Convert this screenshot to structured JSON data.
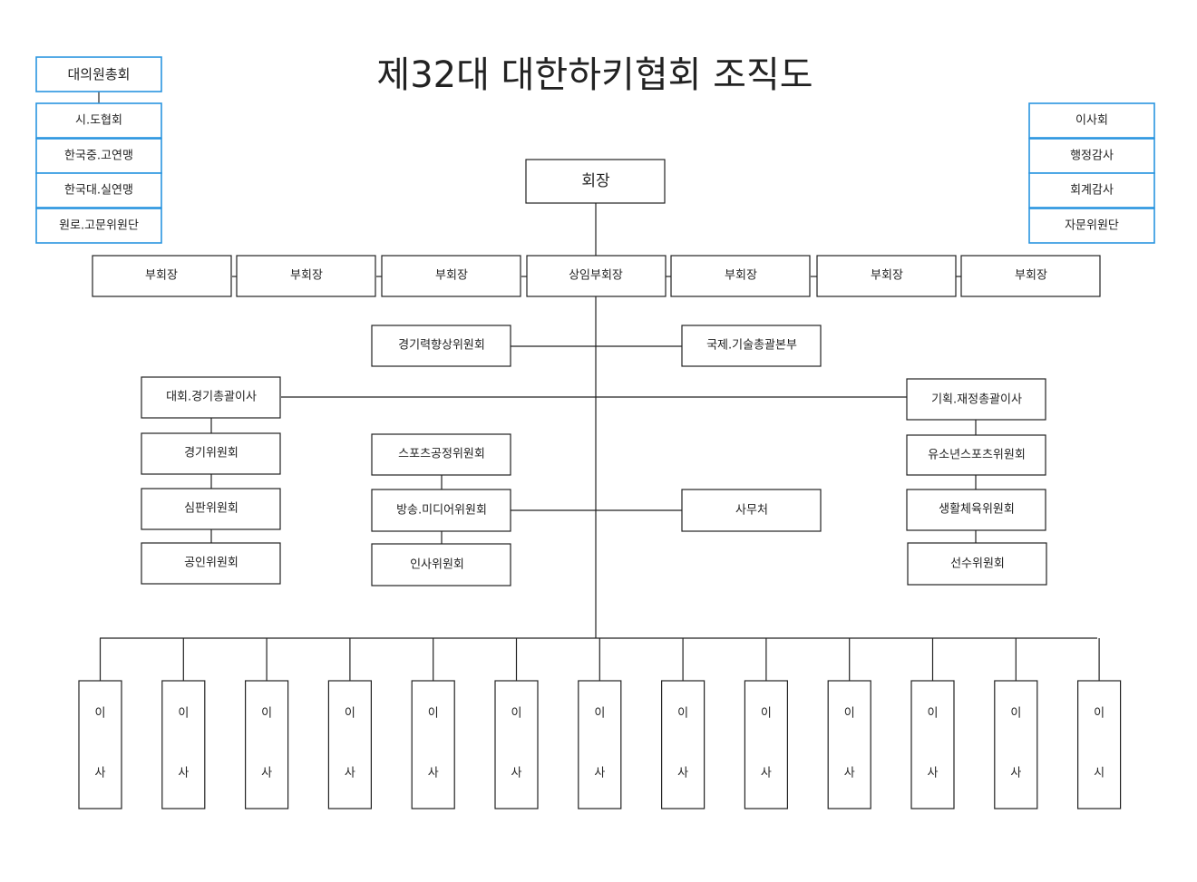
{
  "title": "제32대 대한하키협회 조직도",
  "colors": {
    "line": "#222222",
    "blue_border": "#2a95df"
  },
  "left_panel": {
    "header": "대의원총회",
    "items": [
      "시.도협회",
      "한국중.고연맹",
      "한국대.실연맹",
      "원로.고문위원단"
    ]
  },
  "right_panel": {
    "items": [
      "이사회",
      "행정감사",
      "회계감사",
      "자문위원단"
    ]
  },
  "president": "회장",
  "vice_presidents": [
    "부회장",
    "부회장",
    "부회장",
    "상임부회장",
    "부회장",
    "부회장",
    "부회장"
  ],
  "center": {
    "performance_committee": "경기력향상위원회",
    "international_hq": "국제.기술총괄본부",
    "sports_fairness": "스포츠공정위원회",
    "broadcast_media": "방송.미디어위원회",
    "secretariat": "사무처",
    "personnel": "인사위원회"
  },
  "left_branch": {
    "head": "대회.경기총괄이사",
    "committees": [
      "경기위원회",
      "심판위원회",
      "공인위원회"
    ]
  },
  "right_branch": {
    "head": "기획.재정총괄이사",
    "committees": [
      "유소년스포츠위원회",
      "생활체육위원회",
      "선수위원회"
    ]
  },
  "directors": [
    [
      "이",
      "사"
    ],
    [
      "이",
      "사"
    ],
    [
      "이",
      "사"
    ],
    [
      "이",
      "사"
    ],
    [
      "이",
      "사"
    ],
    [
      "이",
      "사"
    ],
    [
      "이",
      "사"
    ],
    [
      "이",
      "사"
    ],
    [
      "이",
      "사"
    ],
    [
      "이",
      "사"
    ],
    [
      "이",
      "사"
    ],
    [
      "이",
      "사"
    ],
    [
      "이",
      "시"
    ]
  ]
}
